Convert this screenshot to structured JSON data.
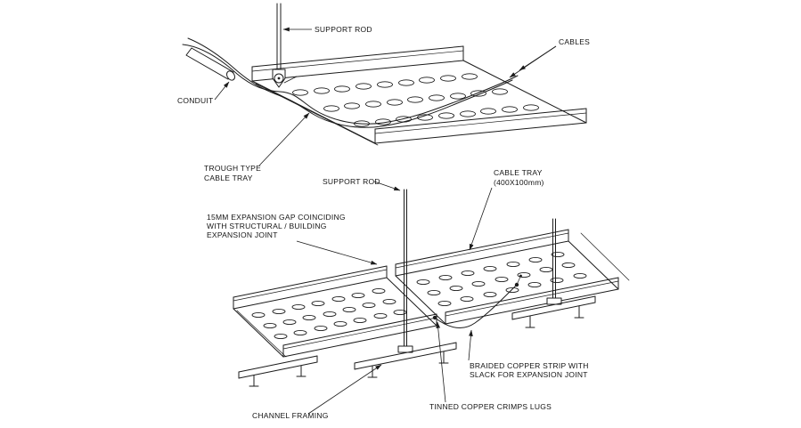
{
  "colors": {
    "ink": "#1c1c1c",
    "background": "#ffffff"
  },
  "top_view": {
    "labels": {
      "support_rod": "SUPPORT ROD",
      "cables": "CABLES",
      "conduit": "CONDUIT",
      "tray_line1": "TROUGH TYPE",
      "tray_line2": "CABLE TRAY"
    }
  },
  "bottom_view": {
    "labels": {
      "support_rod": "SUPPORT ROD",
      "cable_tray_line1": "CABLE TRAY",
      "cable_tray_line2": "(400X100mm)",
      "expansion_gap_line1": "15MM EXPANSION GAP COINCIDING",
      "expansion_gap_line2": "WITH STRUCTURAL / BUILDING",
      "expansion_gap_line3": "EXPANSION JOINT",
      "braided_strip_line1": "BRAIDED COPPER STRIP WITH",
      "braided_strip_line2": "SLACK FOR EXPANSION JOINT",
      "crimp_lugs": "TINNED COPPER CRIMPS LUGS",
      "channel_framing": "CHANNEL FRAMING"
    }
  }
}
